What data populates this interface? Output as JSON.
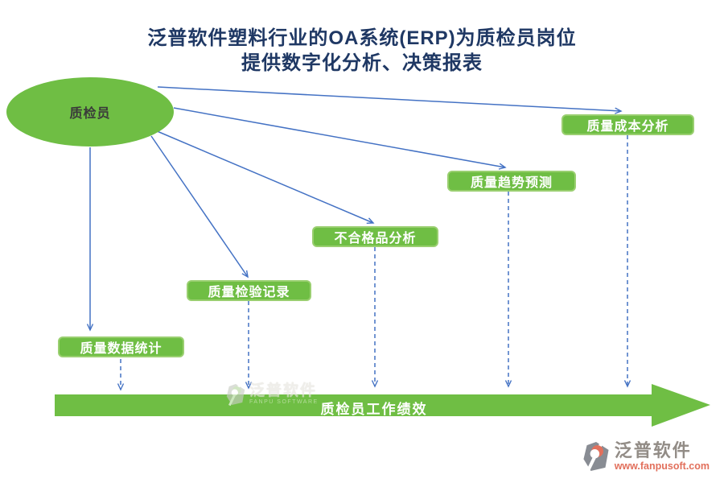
{
  "title": {
    "line1": "泛普软件塑料行业的OA系统(ERP)为质检员岗位",
    "line2": "提供数字化分析、决策报表"
  },
  "diagram": {
    "actor_label": "质检员",
    "nodes": [
      {
        "label": "质量数据统计"
      },
      {
        "label": "质量检验记录"
      },
      {
        "label": "不合格品分析"
      },
      {
        "label": "质量趋势预测"
      },
      {
        "label": "质量成本分析"
      }
    ],
    "outcome_label": "质检员工作绩效"
  },
  "watermark": {
    "brand": "泛普软件",
    "subtitle": "FANPU SOFTWARE"
  },
  "footer": {
    "brand": "泛普软件",
    "url": "www.fanpusoft.com"
  },
  "colors": {
    "node_green": "#6FBE44",
    "node_border_green": "#9ACF70",
    "arrow_blue": "#4472C4",
    "title_navy": "#1F3864",
    "brand_gray": "#928C86",
    "brand_orange": "#E2705C"
  }
}
